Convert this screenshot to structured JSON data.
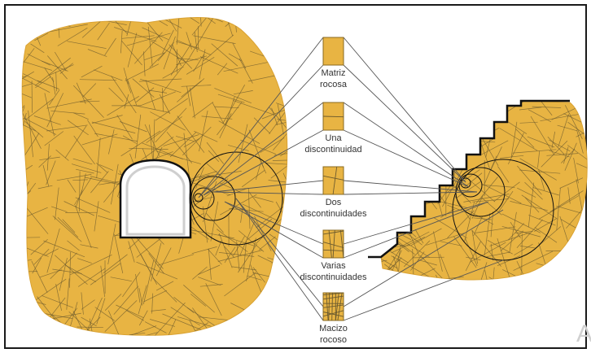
{
  "colors": {
    "rock": "#E8B443",
    "rock_edge": "#D9A233",
    "joints": "#6b5a2e",
    "lines": "#555555",
    "outline": "#111111",
    "background": "#ffffff"
  },
  "samples": [
    {
      "line1": "Matriz",
      "line2": "rocosa",
      "joints": 0
    },
    {
      "line1": "Una",
      "line2": "discontinuidad",
      "joints": 1
    },
    {
      "line1": "Dos",
      "line2": "discontinuidades",
      "joints": 2
    },
    {
      "line1": "Varias",
      "line2": "discontinuidades",
      "joints": 6
    },
    {
      "line1": "Macizo",
      "line2": "rocoso",
      "joints": 12
    }
  ],
  "watermark": "A"
}
